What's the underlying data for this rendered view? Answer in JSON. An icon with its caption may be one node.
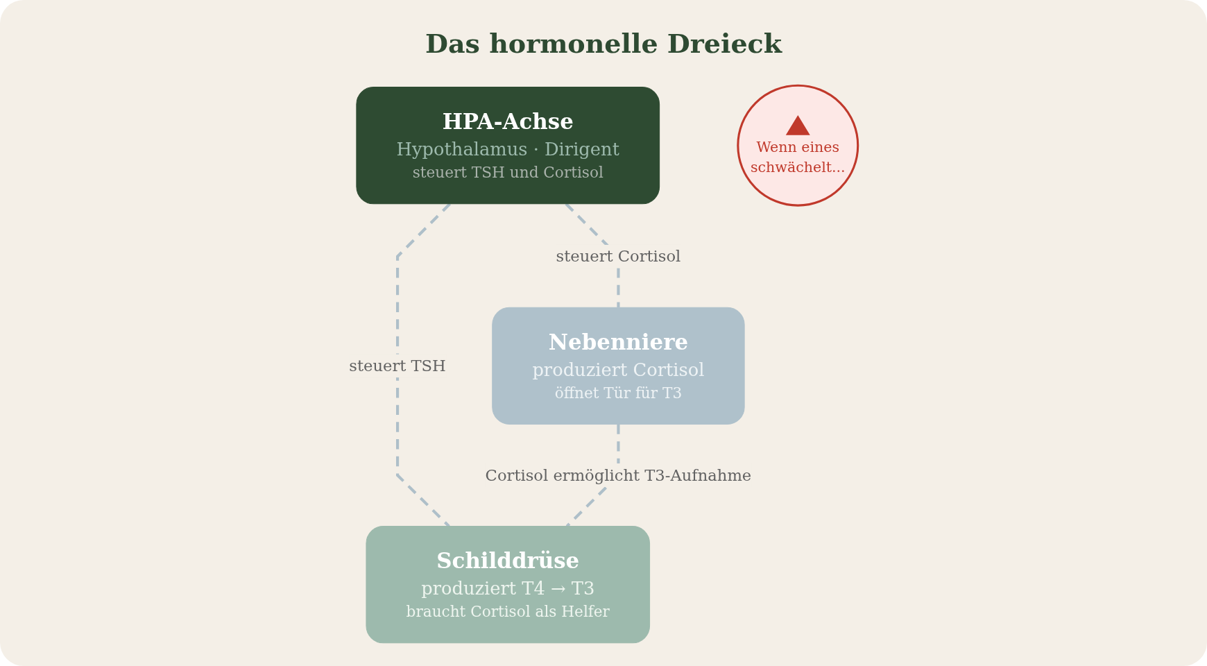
{
  "diagram": {
    "title": "Das hormonelle Dreieck",
    "nodes": [
      {
        "text": [
          "HPA-Achse",
          "Hypothalamus · Dirigent",
          "steuert TSH und Cortisol"
        ]
      },
      {
        "text": [
          "Nebenniere",
          "produziert Cortisol",
          "öffnet Tür für T3"
        ]
      },
      {
        "text": [
          "Schilddrüse",
          "produziert T4 → T3",
          "braucht Cortisol als Helfer"
        ]
      },
      {
        "text": [
          "Wenn eines schwächelt..."
        ]
      }
    ],
    "edges": [
      {
        "from": 0,
        "to": 1,
        "arrow": "none",
        "label": "steuert Cortisol",
        "style": "dashed"
      },
      {
        "from": 0,
        "to": 2,
        "arrow": "none",
        "label": "steuert TSH",
        "style": "dashed"
      },
      {
        "from": 1,
        "to": 2,
        "arrow": "none",
        "label": "Cortisol ermöglicht T3-Aufnahme",
        "style": "dashed"
      }
    ]
  }
}
